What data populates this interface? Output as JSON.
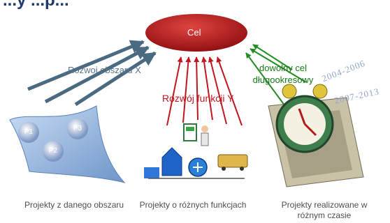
{
  "title": "...y ...p...",
  "goal": {
    "label": "Cel"
  },
  "labels": {
    "area_development": "Rozwoj obszaru X",
    "function_development": "Rozwój funkcji Y",
    "long_term_goal": "dowolny cel długookresowy"
  },
  "periods": [
    "2004-2006",
    "2007-2013"
  ],
  "projects": [
    "P1",
    "P3",
    "P2"
  ],
  "captions": {
    "area": "Projekty z danego obszaru",
    "functions": "Projekty o różnych funkcjach",
    "time": "Projekty realizowane w różnym czasie"
  },
  "colors": {
    "goal": "#b3161c",
    "area_arrows": "#4a6a82",
    "function_arrows": "#c0171f",
    "time_arrows": "#228b22"
  }
}
